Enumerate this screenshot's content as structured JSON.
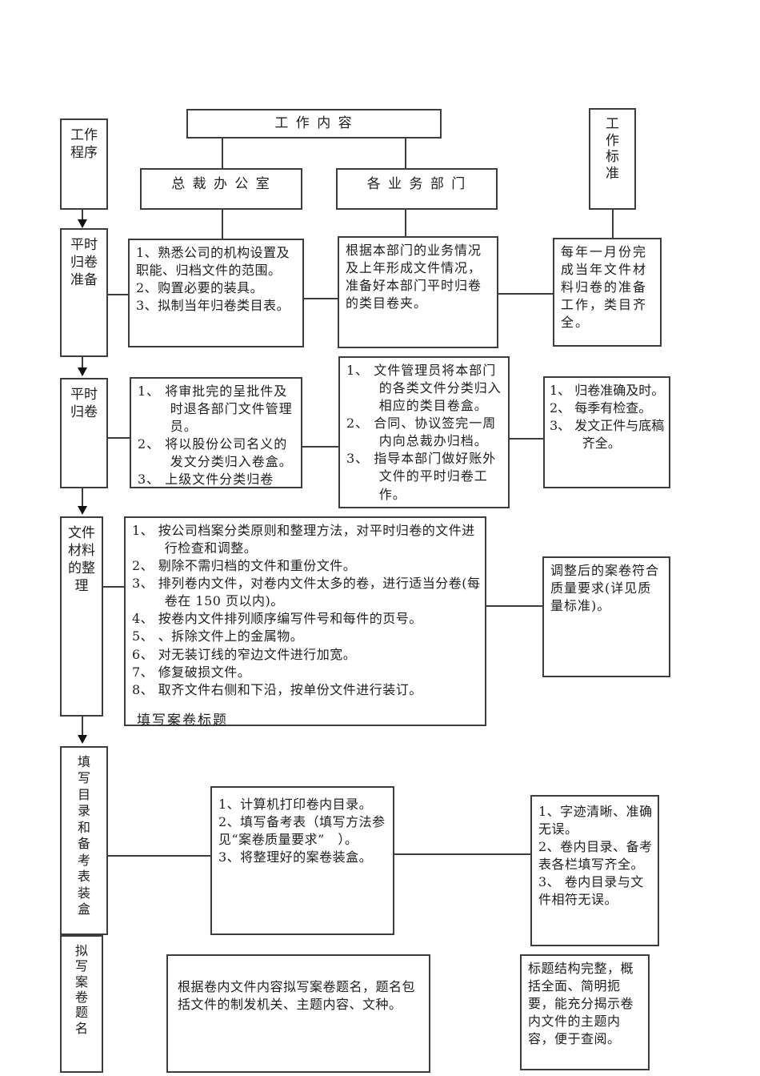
{
  "header": {
    "work_procedure": "工作\n程序",
    "work_content": "工 作 内 容",
    "work_standard": "工\n作\n标\n准",
    "president_office": "总 裁 办 公 室",
    "business_departments": "各 业 务 部 门"
  },
  "stages": {
    "prepare": "平时\n归卷\n准备",
    "filing": "平时\n归卷",
    "arrange": "文件\n材料\n的整\n理",
    "catalog": "填\n写\n目\n录\n和\n备\n考\n表\n装\n盒",
    "title_writing": "拟\n写\n案\n卷\n题\n名"
  },
  "prepare_row": {
    "office_tasks": [
      "1、熟悉公司的机构设置及职能、归档文件的范围。",
      "2、购置必要的装具。",
      "3、拟制当年归卷类目表。"
    ],
    "department_task": "根据本部门的业务情况及上年形成文件情况，准备好本部门平时归卷的类目卷夹。",
    "standard": "每年一月份完成当年文件材料归卷的准备工作，类目齐全。"
  },
  "filing_row": {
    "office_tasks": [
      "1、 将审批完的呈批件及时退各部门文件管理员。",
      "2、 将以股份公司名义的发文分类归入卷盒。",
      "3、 上级文件分类归卷"
    ],
    "department_tasks": [
      "1、 文件管理员将本部门的各类文件分类归入相应的类目卷盒。",
      "2、 合同、协议签完一周内向总裁办归档。",
      "3、 指导本部门做好账外文件的平时归卷工作。"
    ],
    "standards": [
      "1、 归卷准确及时。",
      "2、 每季有检查。",
      "3、 发文正件与底稿齐全。"
    ]
  },
  "arrange_row": {
    "tasks": [
      "1、 按公司档案分类原则和整理方法，对平时归卷的文件进行检查和调整。",
      "2、 剔除不需归档的文件和重份文件。",
      "3、 排列卷内文件，对卷内文件太多的卷，进行适当分卷(每卷在 150 页以内)。",
      "4、 按卷内文件排列顺序编写件号和每件的页号。",
      "5、 、拆除文件上的金属物。",
      "6、 对无装订线的窄边文件进行加宽。",
      "7、 修复破损文件。",
      "8、 取齐文件右侧和下沿，按单份文件进行装订。"
    ],
    "clipped_note": "填写案卷标题",
    "standard": "调整后的案卷符合质量要求(详见质量标准)。"
  },
  "catalog_row": {
    "tasks": [
      "1、计算机打印卷内目录。",
      "2、填写备考表（填写方法参见“案卷质量要求”　）。",
      "3、将整理好的案卷装盒。"
    ],
    "standards": [
      "1、字迹清晰、准确无误。",
      "2、卷内目录、备考表各栏填写齐全。",
      "3、 卷内目录与文件相符无误。"
    ]
  },
  "title_row": {
    "task": "根据卷内文件内容拟写案卷题名，题名包括文件的制发机关、主题内容、文种。",
    "standard": "标题结构完整，概括全面、简明扼要，能充分揭示卷内文件的主题内容，便于查阅。"
  }
}
